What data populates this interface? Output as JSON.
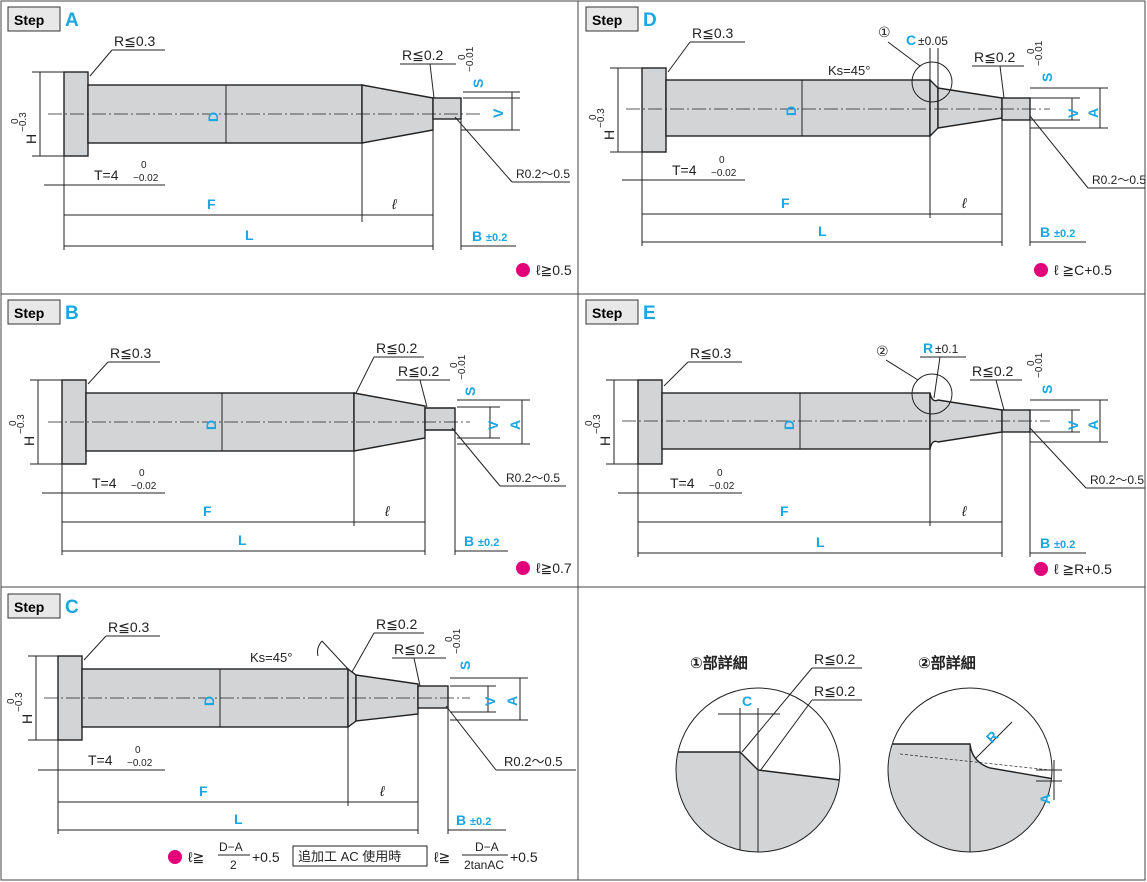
{
  "common": {
    "step_word": "Step",
    "r_head": "R≦0.3",
    "r_tip": "R≦0.2",
    "s_label": "S",
    "s_tol_up": "0",
    "s_tol_low": "−0.01",
    "h_label": "H",
    "h_tol_up": "0",
    "h_tol_low": "−0.3",
    "d_label": "D",
    "v_label": "V",
    "a_label": "A",
    "t_label": "T=4",
    "t_tol_up": "0",
    "t_tol_low": "−0.02",
    "f_label": "F",
    "l_label": "L",
    "ell_label": "ℓ",
    "b_label": "B",
    "b_tol": "±0.2",
    "r_fillet": "R0.2〜0.5",
    "ks_label": "Ks=45°"
  },
  "panels": {
    "A": {
      "letter": "A",
      "condition": "ℓ≧0.5"
    },
    "B": {
      "letter": "B",
      "condition": "ℓ≧0.7"
    },
    "C": {
      "letter": "C",
      "cond_prefix": "ℓ≧",
      "cond_frac_num": "D−A",
      "cond_frac_den": "2",
      "cond_plus": "+0.5",
      "boxed_text": "追加工 AC 使用時",
      "cond2_prefix": "ℓ≧",
      "cond2_frac_num": "D−A",
      "cond2_frac_den": "2tanAC",
      "cond2_plus": "+0.5"
    },
    "D": {
      "letter": "D",
      "condition": "ℓ ≧C+0.5",
      "detail_marker": "①",
      "c_label": "C",
      "c_tol": "±0.05"
    },
    "E": {
      "letter": "E",
      "condition": "ℓ ≧R+0.5",
      "detail_marker": "②",
      "r_label": "R",
      "r_tol": "±0.1"
    }
  },
  "details": {
    "d1_title": "①部詳細",
    "d2_title": "②部詳細",
    "c_label": "C",
    "r_label": "R",
    "a_label": "A",
    "r1": "R≦0.2",
    "r2": "R≦0.2"
  }
}
